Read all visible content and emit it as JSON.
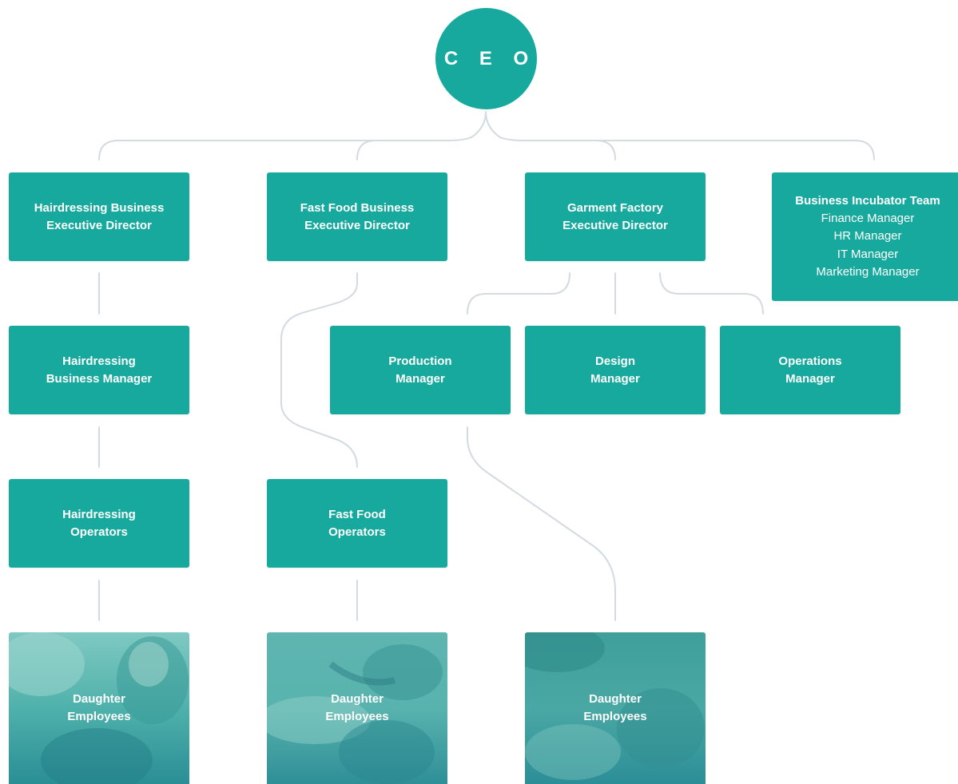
{
  "ceo": {
    "label": "C E O"
  },
  "directors": {
    "hairdressing": {
      "line1": "Hairdressing Business",
      "line2": "Executive Director"
    },
    "fastfood": {
      "line1": "Fast Food Business",
      "line2": "Executive Director"
    },
    "garment": {
      "line1": "Garment Factory",
      "line2": "Executive Director"
    },
    "incubator": {
      "title": "Business Incubator Team",
      "members": [
        "Finance Manager",
        "HR Manager",
        "IT Manager",
        "Marketing Manager"
      ]
    }
  },
  "managers": {
    "hairdressing": {
      "line1": "Hairdressing",
      "line2": "Business Manager"
    },
    "production": {
      "line1": "Production",
      "line2": "Manager"
    },
    "design": {
      "line1": "Design",
      "line2": "Manager"
    },
    "operations": {
      "line1": "Operations",
      "line2": "Manager"
    }
  },
  "operators": {
    "hairdressing": {
      "line1": "Hairdressing",
      "line2": "Operators"
    },
    "fastfood": {
      "line1": "Fast Food",
      "line2": "Operators"
    }
  },
  "employees": {
    "hairdressing": {
      "line1": "Daughter",
      "line2": "Employees"
    },
    "fastfood": {
      "line1": "Daughter",
      "line2": "Employees"
    },
    "garment": {
      "line1": "Daughter",
      "line2": "Employees"
    }
  },
  "colors": {
    "node": "#17a99e",
    "connector": "#d3dbe1",
    "photo_tint": "#2a9ea0"
  }
}
